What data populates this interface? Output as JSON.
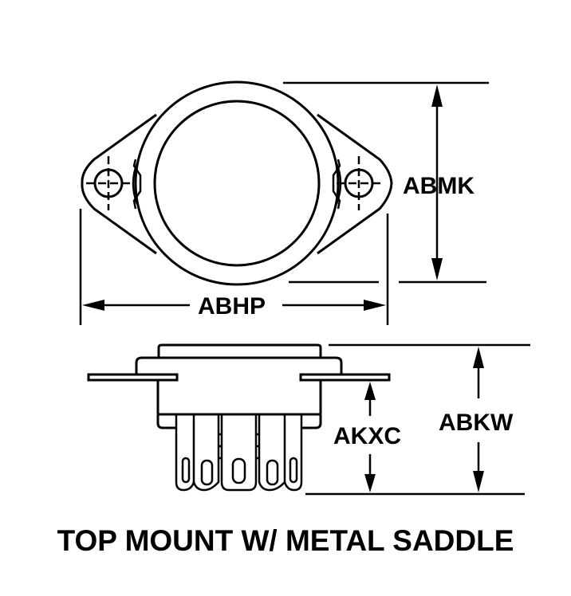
{
  "labels": {
    "height_top_view": "ABMK",
    "width_top_view": "ABHP",
    "pin_length": "AKXC",
    "overall_height": "ABKW"
  },
  "title": "TOP MOUNT W/ METAL SADDLE"
}
